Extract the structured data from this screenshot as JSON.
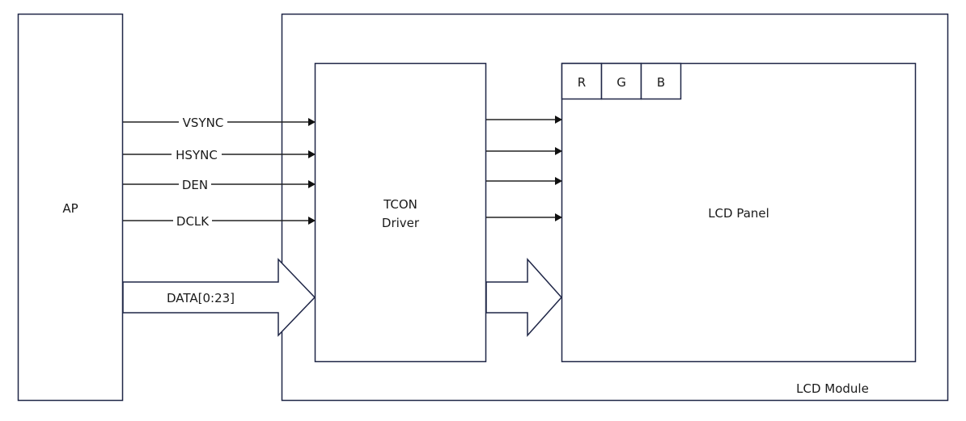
{
  "diagram": {
    "ap": {
      "label": "AP"
    },
    "module": {
      "label": "LCD Module"
    },
    "tcon": {
      "line1": "TCON",
      "line2": "Driver"
    },
    "panel": {
      "label": "LCD Panel",
      "subpixels": [
        "R",
        "G",
        "B"
      ]
    },
    "signals": [
      "VSYNC",
      "HSYNC",
      "DEN",
      "DCLK"
    ],
    "bus": {
      "label": "DATA[0:23]"
    },
    "colors": {
      "stroke": "#1f2647",
      "arrow": "#111111",
      "text": "#1a1a1a"
    }
  }
}
